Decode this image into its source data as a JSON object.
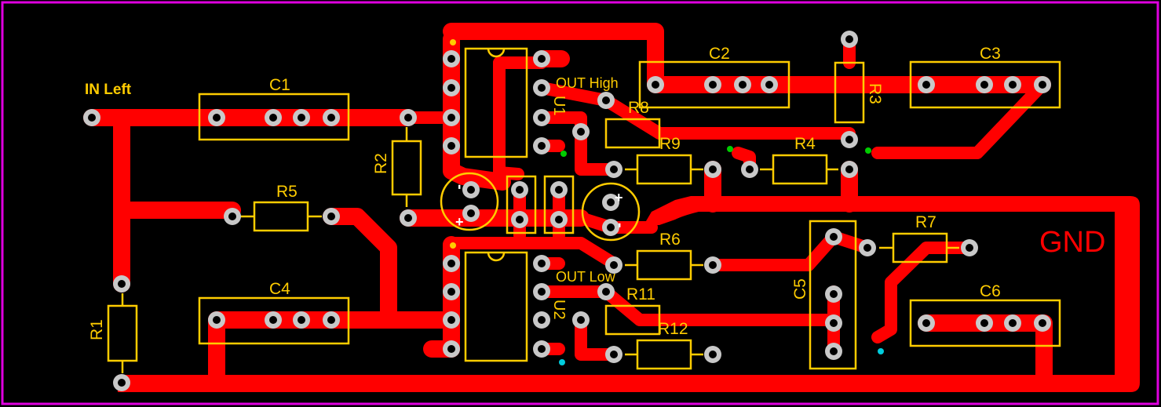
{
  "labels": {
    "in_left": "IN Left",
    "out_high": "OUT High",
    "out_low": "OUT Low",
    "gnd": "GND"
  },
  "components": {
    "C1": "C1",
    "C2": "C2",
    "C3": "C3",
    "C4": "C4",
    "C5": "C5",
    "C6": "C6",
    "R1": "R1",
    "R2": "R2",
    "R3": "R3",
    "R4": "R4",
    "R5": "R5",
    "R6": "R6",
    "R7": "R7",
    "R8": "R8",
    "R9": "R9",
    "R11": "R11",
    "R12": "R12",
    "U1": "U1",
    "U2": "U2"
  },
  "polarity": {
    "plus": "+",
    "minus": "-"
  },
  "colors": {
    "copper": "#ff0000",
    "silkscreen": "#ffcc00",
    "pad": "#c8c8c8",
    "board_outline": "#e000e0",
    "background": "#000000"
  }
}
